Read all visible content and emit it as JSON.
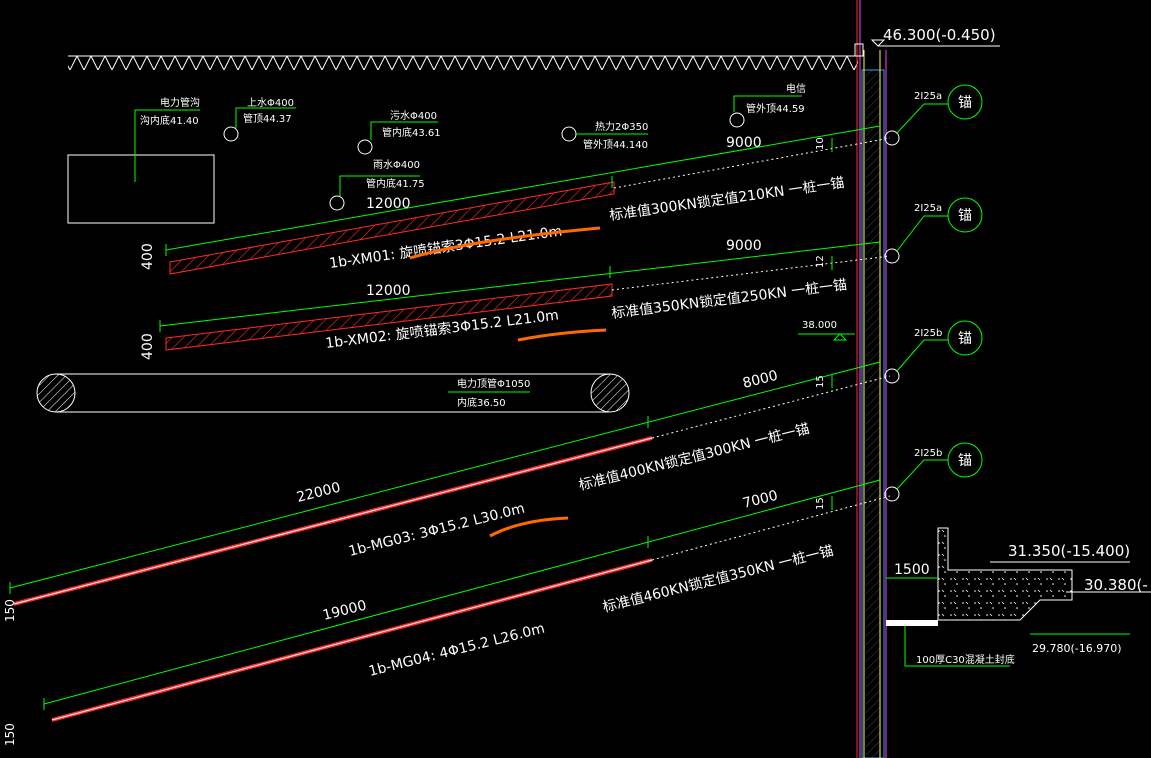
{
  "elevation_top": "46.300(-0.450)",
  "elevation_mid": "38.000",
  "elevation_bottom_right": "31.350(-15.400)",
  "elevation_bottom_right2": "30.380(-",
  "elevation_bottom": "29.780(-16.970)",
  "slab_note": "100厚C30混凝土封底",
  "slab_width": "1500",
  "utilities": {
    "power_trench": "电力管沟",
    "power_trench_elev": "沟内底41.40",
    "water_supply": "上水Φ400",
    "water_supply_elev": "管顶44.37",
    "sewage": "污水Φ400",
    "sewage_elev": "管内底43.61",
    "rain": "雨水Φ400",
    "rain_elev": "管内底41.75",
    "heat": "热力2Φ350",
    "heat_elev": "管外顶44.140",
    "telecom": "电信",
    "telecom_elev": "管外顶44.59",
    "power_jacking": "电力顶管Φ1050",
    "power_jacking_elev": "内底36.50"
  },
  "anchors": [
    {
      "id": "1b-XM01",
      "spec": "1b-XM01: 旋喷锚索3Φ15.2  L21.0m",
      "load": "标准值300KN锁定值210KN   一桩一锚",
      "free_len": "9000",
      "bond_len": "12000",
      "dia": "400",
      "angle": "10",
      "wale": "2I25a",
      "tag": "锚"
    },
    {
      "id": "1b-XM02",
      "spec": "1b-XM02: 旋喷锚索3Φ15.2  L21.0m",
      "load": "标准值350KN锁定值250KN   一桩一锚",
      "free_len": "9000",
      "bond_len": "12000",
      "dia": "400",
      "angle": "12",
      "wale": "2I25a",
      "tag": "锚"
    },
    {
      "id": "1b-MG03",
      "spec": "1b-MG03: 3Φ15.2   L30.0m",
      "load": "标准值400KN锁定值300KN   一桩一锚",
      "free_len": "8000",
      "bond_len": "22000",
      "dia": "150",
      "angle": "15",
      "wale": "2I25b",
      "tag": "锚"
    },
    {
      "id": "1b-MG04",
      "spec": "1b-MG04: 4Φ15.2   L26.0m",
      "load": "标准值460KN锁定值350KN   一桩一锚",
      "free_len": "7000",
      "bond_len": "19000",
      "dia": "150",
      "angle": "15",
      "wale": "2I25b",
      "tag": "锚"
    }
  ],
  "colors": {
    "background": "#000000",
    "dimension": "#00ff00",
    "anchor_red": "#ff2020",
    "pile_magenta": "#ff40ff",
    "pile_cyan": "#40a0ff",
    "highlight": "#ff6a00"
  }
}
